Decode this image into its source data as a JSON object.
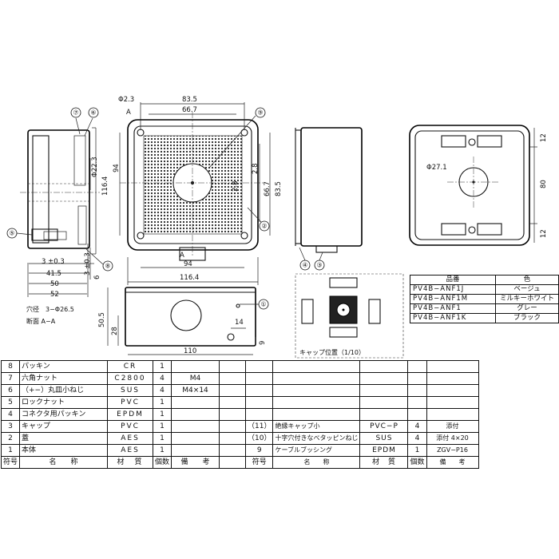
{
  "drawing": {
    "side_view": {
      "callouts": [
        "⑦",
        "⑥",
        "⑤",
        "⑧"
      ],
      "dims": [
        "Φ22.3",
        "116.4",
        "3 ±0.3",
        "41.5",
        "50",
        "52",
        "3 ±0.3",
        "6"
      ],
      "hole_note": "穴径　3−Φ26.5",
      "section_label": "断面 A−A"
    },
    "front_view": {
      "dims": [
        "Φ2.3",
        "83.5",
        "66.7",
        "94",
        "2.8",
        "2.8",
        "66.7",
        "83.5",
        "94",
        "116.4"
      ],
      "section_marks": [
        "A",
        "A"
      ],
      "callouts": [
        "⑨",
        "②"
      ]
    },
    "right_view": {
      "callouts": [
        "④",
        "③"
      ]
    },
    "lid_view": {
      "dims": [
        "Φ27.1",
        "12",
        "80",
        "12"
      ]
    },
    "bottom_view": {
      "dims": [
        "50.5",
        "28",
        "14",
        "9",
        "110"
      ],
      "callouts": [
        "①"
      ]
    },
    "cap_position_label": "キャップ位置（1/10）"
  },
  "color_table": {
    "headers": [
      "品番",
      "色"
    ],
    "rows": [
      [
        "PV4B−ANF1J",
        "ベージュ"
      ],
      [
        "PV4B−ANF1M",
        "ミルキーホワイト"
      ],
      [
        "PV4B−ANF1",
        "グレー"
      ],
      [
        "PV4B−ANF1K",
        "ブラック"
      ]
    ]
  },
  "parts_table": {
    "header": [
      "符号",
      "名　　称",
      "材　質",
      "個数",
      "備　　考",
      "",
      "符号",
      "名　　称",
      "材　質",
      "個数",
      "備　　考"
    ],
    "rows": [
      [
        "8",
        "パッキン",
        "CR",
        "1",
        "",
        "",
        "",
        "",
        "",
        "",
        ""
      ],
      [
        "7",
        "六角ナット",
        "C2800",
        "4",
        "M4",
        "",
        "",
        "",
        "",
        "",
        ""
      ],
      [
        "6",
        "（+−）丸皿小ねじ",
        "SUS",
        "4",
        "M4×14",
        "",
        "",
        "",
        "",
        "",
        ""
      ],
      [
        "5",
        "ロックナット",
        "PVC",
        "1",
        "",
        "",
        "",
        "",
        "",
        "",
        ""
      ],
      [
        "4",
        "コネクタ用パッキン",
        "EPDM",
        "1",
        "",
        "",
        "",
        "",
        "",
        "",
        ""
      ],
      [
        "3",
        "キャップ",
        "PVC",
        "1",
        "",
        "",
        "（11）",
        "絶縁キャップ小",
        "PVC−P",
        "4",
        "添付"
      ],
      [
        "2",
        "蓋",
        "AES",
        "1",
        "",
        "",
        "（10）",
        "十字穴付きなべタッピンねじ",
        "SUS",
        "4",
        "添付 4×20"
      ],
      [
        "1",
        "本体",
        "AES",
        "1",
        "",
        "",
        "9",
        "ケーブルブッシング",
        "EPDM",
        "1",
        "ZGV−P16"
      ]
    ]
  }
}
